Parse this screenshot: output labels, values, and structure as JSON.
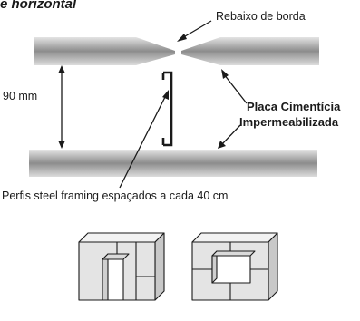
{
  "title": "e horizontal",
  "labels": {
    "edge_recess": "Rebaixo de borda",
    "dimension": "90 mm",
    "board_line1": "Placa Cimentícia",
    "board_line2": "Impermeabilizada",
    "profiles": "Perfis steel framing espaçados a cada 40 cm"
  },
  "colors": {
    "board_gradient_light": "#e2e2e2",
    "board_gradient_dark": "#8a8a8a",
    "panel_face": "#e6e6e6",
    "panel_side": "#cfcfcf",
    "line": "#1a1a1a"
  }
}
